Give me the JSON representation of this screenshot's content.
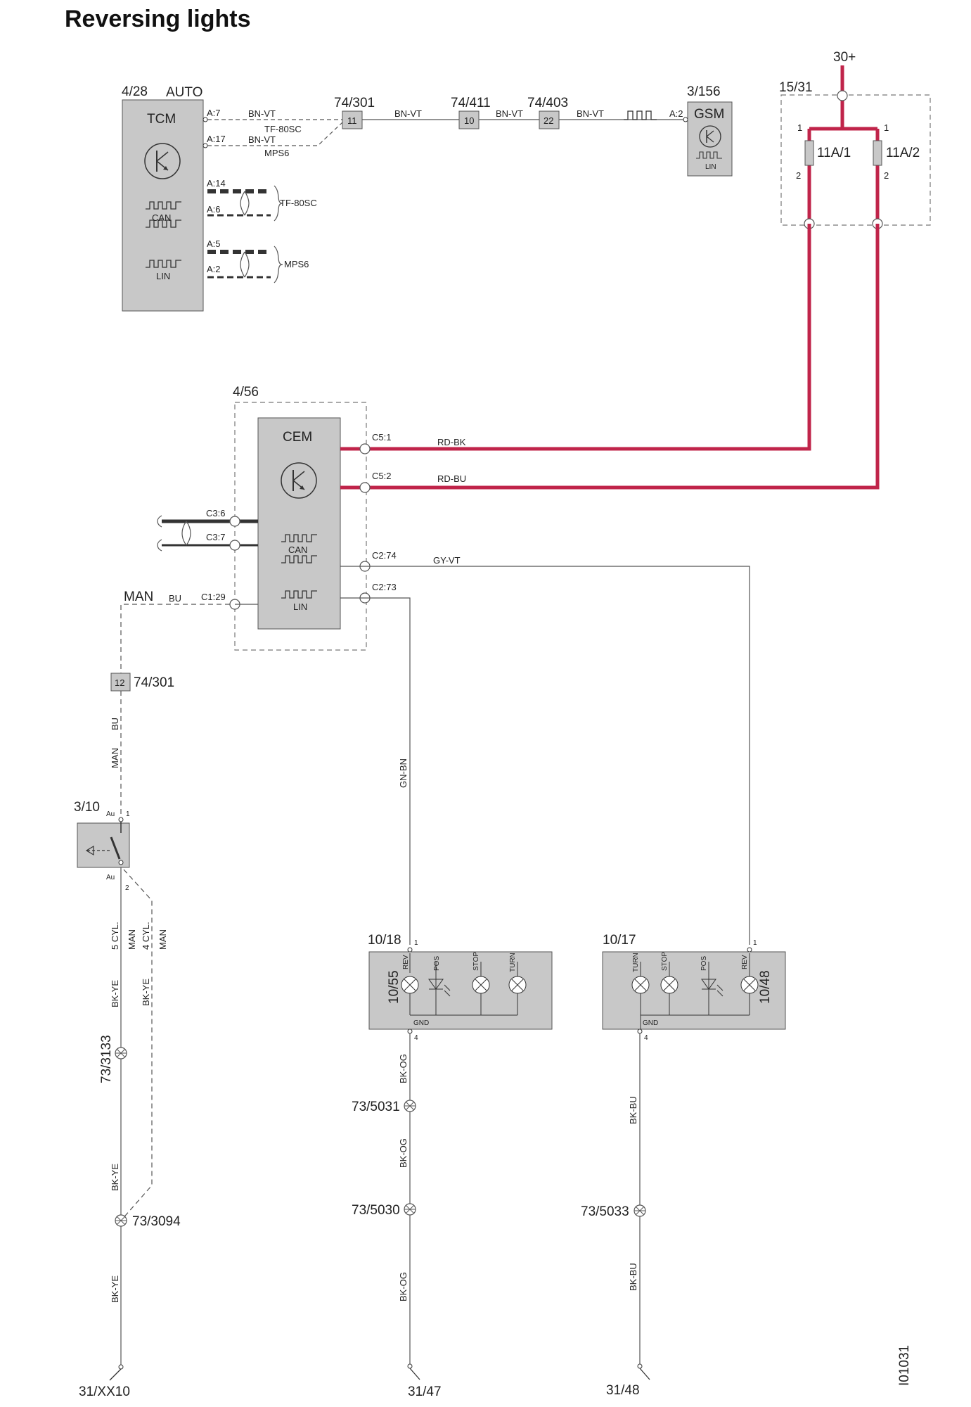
{
  "title": "Reversing lights",
  "diagram_id": "I01031",
  "colors": {
    "power_wire": "#c0244a",
    "module_fill": "#c8c8c8",
    "wire": "#444444"
  },
  "tcm": {
    "ref": "4/28",
    "variant": "AUTO",
    "name": "TCM",
    "can": "CAN",
    "lin": "LIN",
    "pins": [
      "A:7",
      "A:17",
      "A:14",
      "A:6",
      "A:5",
      "A:2"
    ],
    "wire1": "BN-VT",
    "wire1_sub": "TF-80SC",
    "wire2": "BN-VT",
    "wire2_sub": "MPS6",
    "bus1": "TF-80SC",
    "bus2": "MPS6"
  },
  "connectors": {
    "c74_301_top": {
      "ref": "74/301",
      "pin": "11"
    },
    "c74_411": {
      "ref": "74/411",
      "pin": "10"
    },
    "c74_403": {
      "ref": "74/403",
      "pin": "22"
    },
    "c74_301_low": {
      "ref": "74/301",
      "pin": "12"
    }
  },
  "top_wires": [
    "BN-VT",
    "BN-VT",
    "BN-VT"
  ],
  "gsm": {
    "ref": "3/156",
    "name": "GSM",
    "pin": "A:2",
    "lin": "LIN"
  },
  "fuse_box": {
    "ref": "15/31",
    "supply": "30+",
    "fuse1": "11A/1",
    "fuse2": "11A/2",
    "pin1": "1",
    "pin2": "2"
  },
  "cem": {
    "ref": "4/56",
    "name": "CEM",
    "can": "CAN",
    "lin": "LIN",
    "pins": [
      "C5:1",
      "C5:2",
      "C3:6",
      "C3:7",
      "C2:74",
      "C2:73",
      "C1:29"
    ],
    "wires": [
      "RD-BK",
      "RD-BU",
      "GY-VT"
    ]
  },
  "man_wire": {
    "label": "MAN",
    "color": "BU"
  },
  "switch": {
    "ref": "3/10",
    "pin_top": "1",
    "pin_bottom": "2",
    "au": "Au",
    "lbl_5cyl": "5 CYL.",
    "lbl_man": "MAN",
    "lbl_4cyl": "4 CYL."
  },
  "wire_codes": {
    "bu": "BU",
    "man": "MAN",
    "bkye": "BK-YE",
    "gnbn": "GN-BN",
    "bkog": "BK-OG",
    "bkbu": "BK-BU"
  },
  "lamp_left": {
    "ref": "10/18",
    "id": "10/55",
    "pin_top": "1",
    "pin_bottom": "4",
    "gnd": "GND",
    "lamps": [
      "REV",
      "POS",
      "STOP",
      "TURN"
    ]
  },
  "lamp_right": {
    "ref": "10/17",
    "id": "10/48",
    "pin_top": "1",
    "pin_bottom": "4",
    "gnd": "GND",
    "lamps": [
      "TURN",
      "STOP",
      "POS",
      "REV"
    ]
  },
  "splices": {
    "s3133": "73/3133",
    "s3094": "73/3094",
    "s5031": "73/5031",
    "s5030": "73/5030",
    "s5033": "73/5033"
  },
  "grounds": {
    "g1": "31/XX10",
    "g2": "31/47",
    "g3": "31/48"
  }
}
